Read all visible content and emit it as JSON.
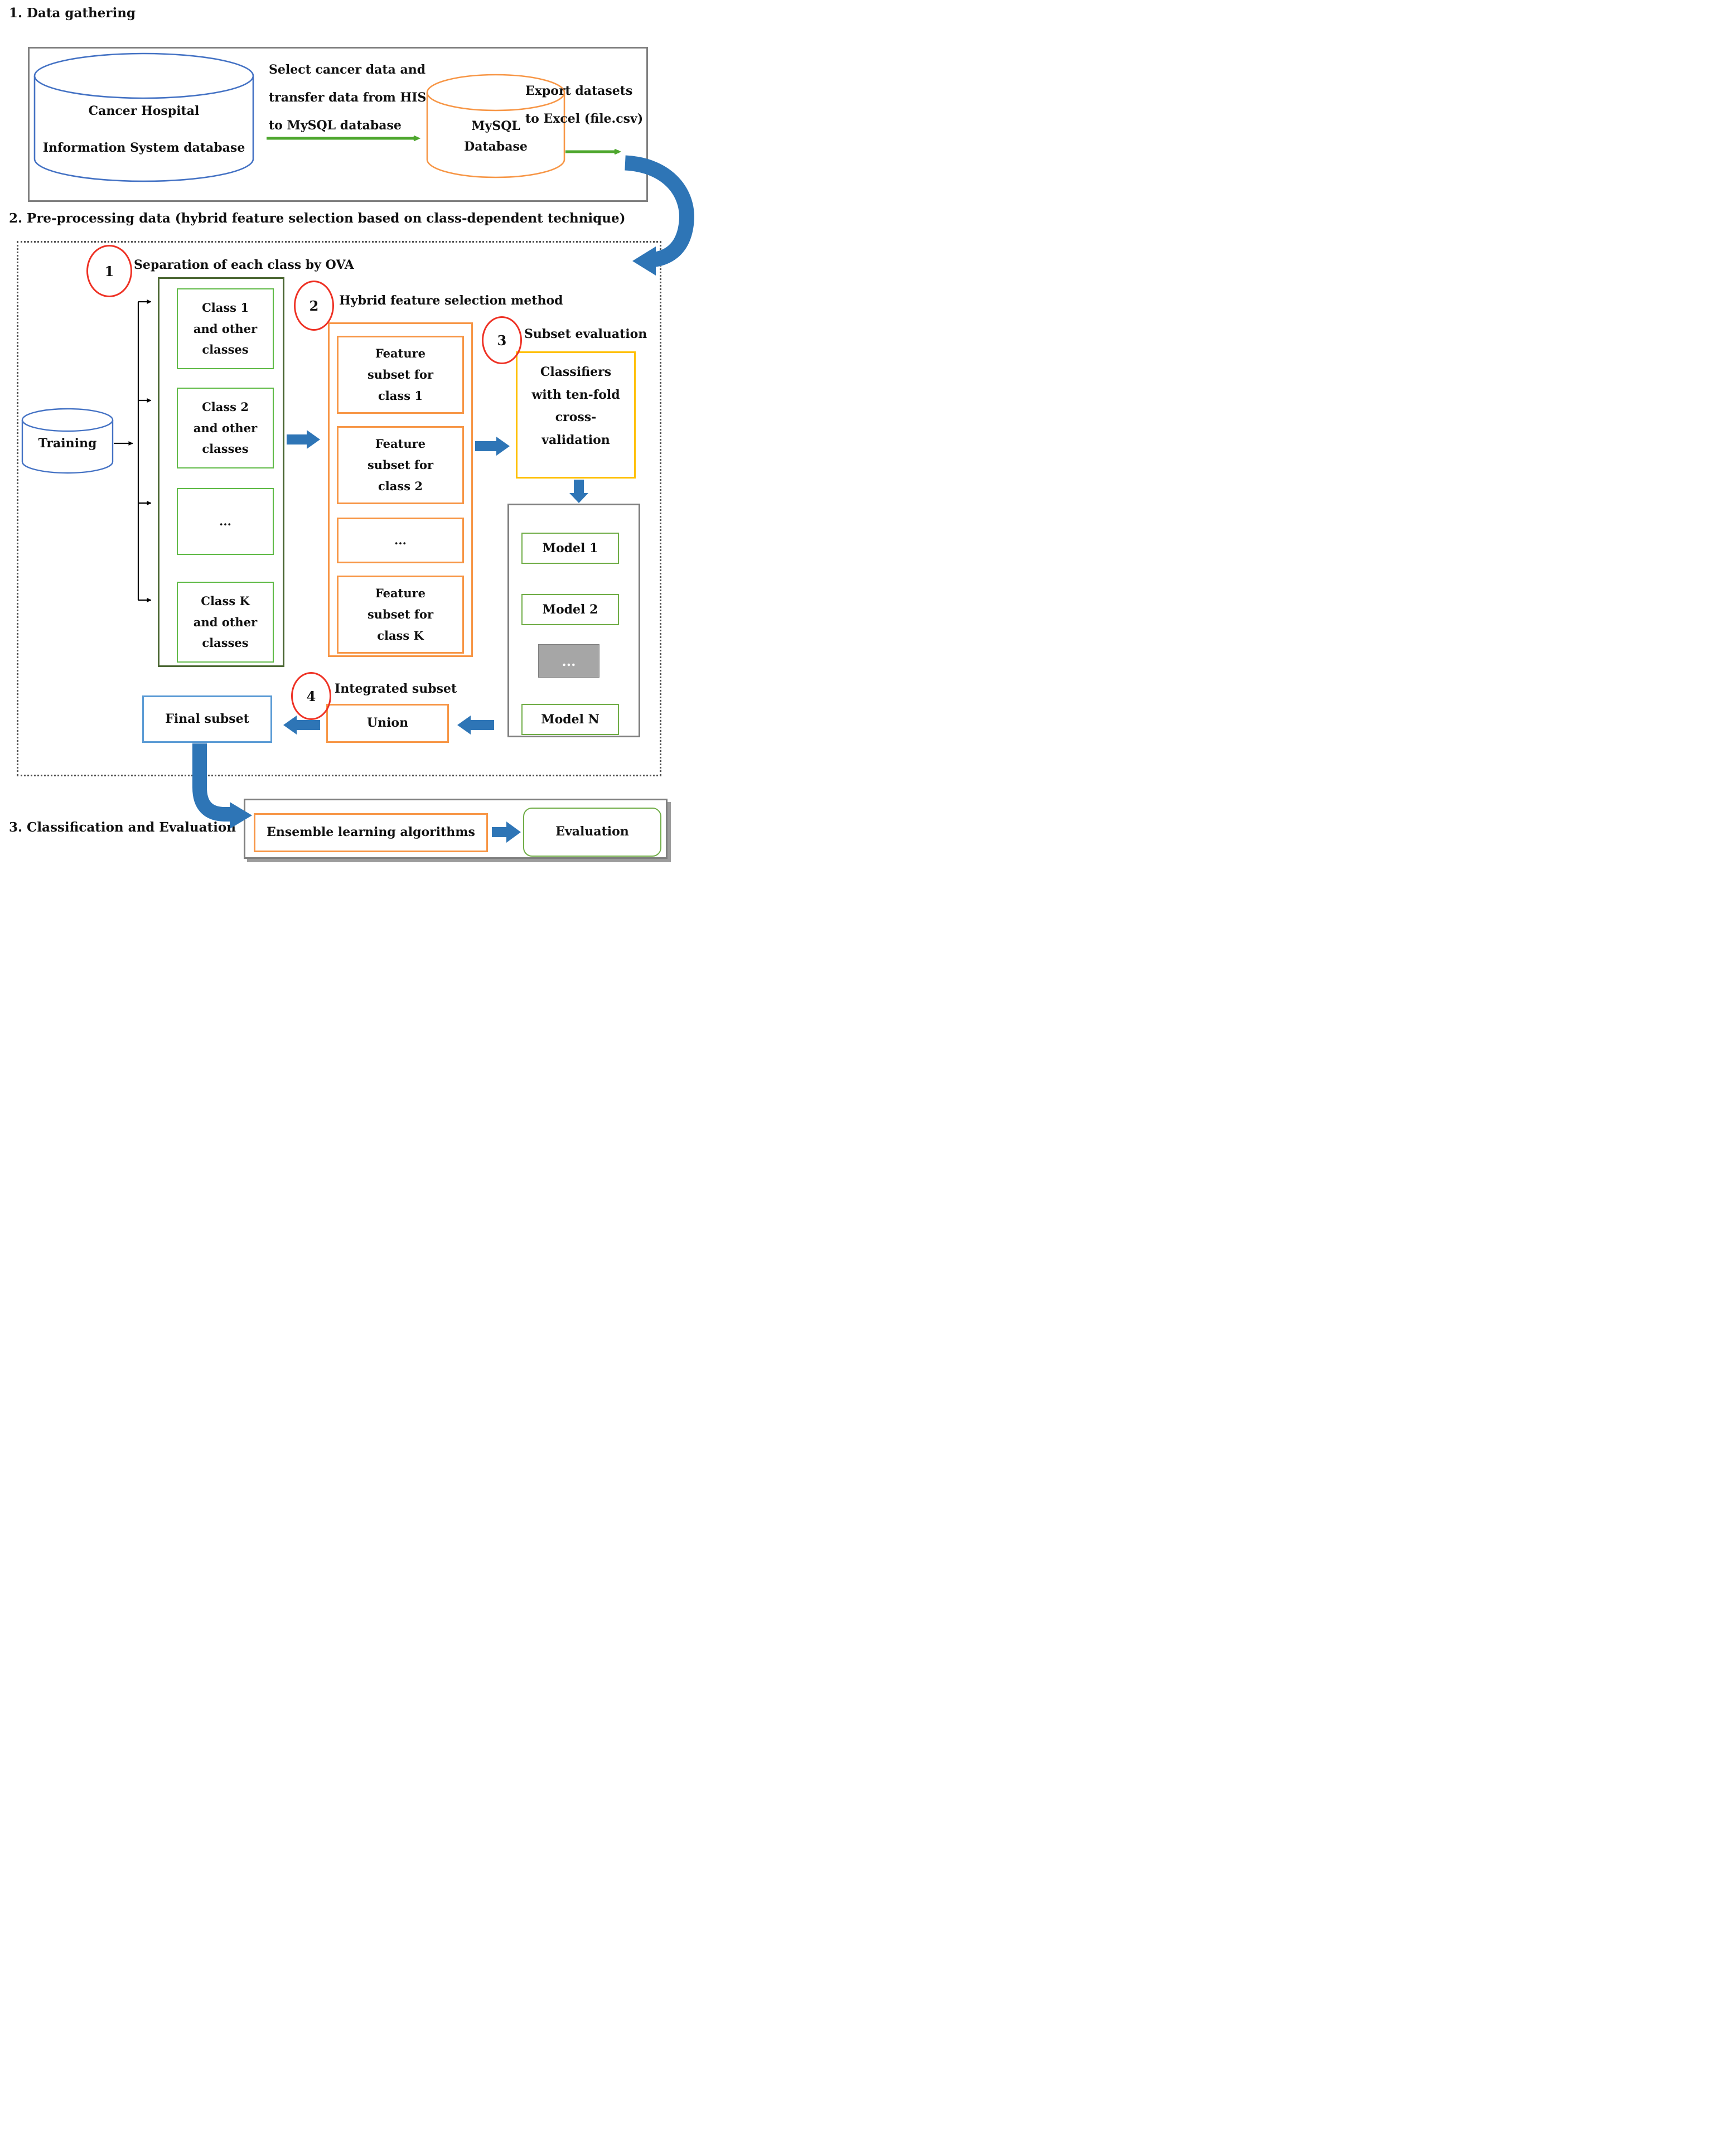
{
  "sections": {
    "data_gathering_title": "1. Data gathering",
    "preprocessing_title": "2. Pre-processing data (hybrid feature selection based on class-dependent technique)",
    "classification_title": "3. Classification and Evaluation"
  },
  "data_gathering": {
    "his_database_line1": "Cancer Hospital",
    "his_database_line2": "Information System database",
    "transfer_arrow_label": "Select cancer data and\ntransfer data from HIS\nto MySQL database",
    "mysql_database": "MySQL\nDatabase",
    "export_arrow_label": "Export datasets\nto Excel (file.csv)"
  },
  "preprocessing": {
    "steps": [
      {
        "number": "1",
        "label": "Separation of each class by OVA"
      },
      {
        "number": "2",
        "label": "Hybrid feature selection method"
      },
      {
        "number": "3",
        "label": "Subset evaluation"
      },
      {
        "number": "4",
        "label": "Integrated subset"
      }
    ],
    "training_db_label": "Training",
    "class_boxes": [
      "Class 1\nand other\nclasses",
      "Class 2\nand other\nclasses",
      "...",
      "Class K\nand other\nclasses"
    ],
    "feature_subset_boxes": [
      "Feature\nsubset for\nclass 1",
      "Feature\nsubset for\nclass 2",
      "...",
      "Feature\nsubset for\nclass K"
    ],
    "classifiers_box": "Classifiers\nwith ten-fold\ncross-\nvalidation",
    "model_boxes": [
      "Model 1",
      "Model 2",
      "...",
      "Model N"
    ],
    "union_box": "Union",
    "final_subset_box": "Final subset"
  },
  "classification": {
    "ensemble_box": "Ensemble learning algorithms",
    "evaluation_box": "Evaluation"
  },
  "colors": {
    "blue_outline": "#4472c4",
    "light_blue_outline": "#5b9bd5",
    "orange_outline": "#f79646",
    "yellow_outline": "#ffc000",
    "green_box_outline": "#5fba46",
    "dark_green_container": "#4a6632",
    "model_green": "#70ad47",
    "green_arrow": "#4ea72e",
    "blue_arrow": "#2e75b6",
    "red_circle": "#ee3124",
    "gray_border": "#7f7f7f"
  }
}
